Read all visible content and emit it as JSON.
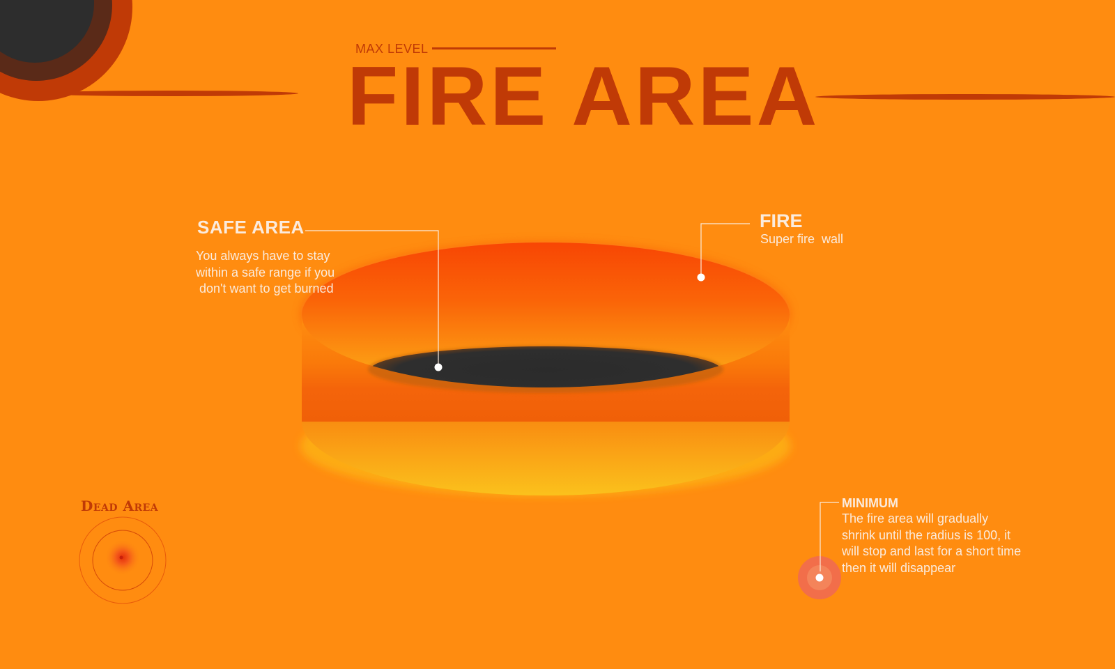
{
  "header": {
    "eyebrow": "MAX LEVEL",
    "title": "FIRE AREA"
  },
  "safe_area": {
    "title": "SAFE AREA",
    "description_lines": [
      "You always have to stay",
      "within a safe range if you",
      " don't want to get burned"
    ]
  },
  "fire": {
    "title": "FIRE",
    "description": "Super fire  wall"
  },
  "minimum": {
    "title": "MINIMUM",
    "description_lines": [
      "The fire area will gradually",
      "shrink until the radius is 100, it",
      "will stop and last for a short time",
      "then it will disappear"
    ]
  },
  "dead_area": {
    "title": "Dead Area"
  },
  "colors": {
    "background": "#FF8C10",
    "accent_dark": "#C03A06",
    "text_light": "#FBEBDD",
    "void": "#2D2D2D"
  },
  "icons": [
    "orbit-decoration",
    "fire-ring",
    "callout-dot",
    "dead-area-target",
    "minimum-marker"
  ]
}
